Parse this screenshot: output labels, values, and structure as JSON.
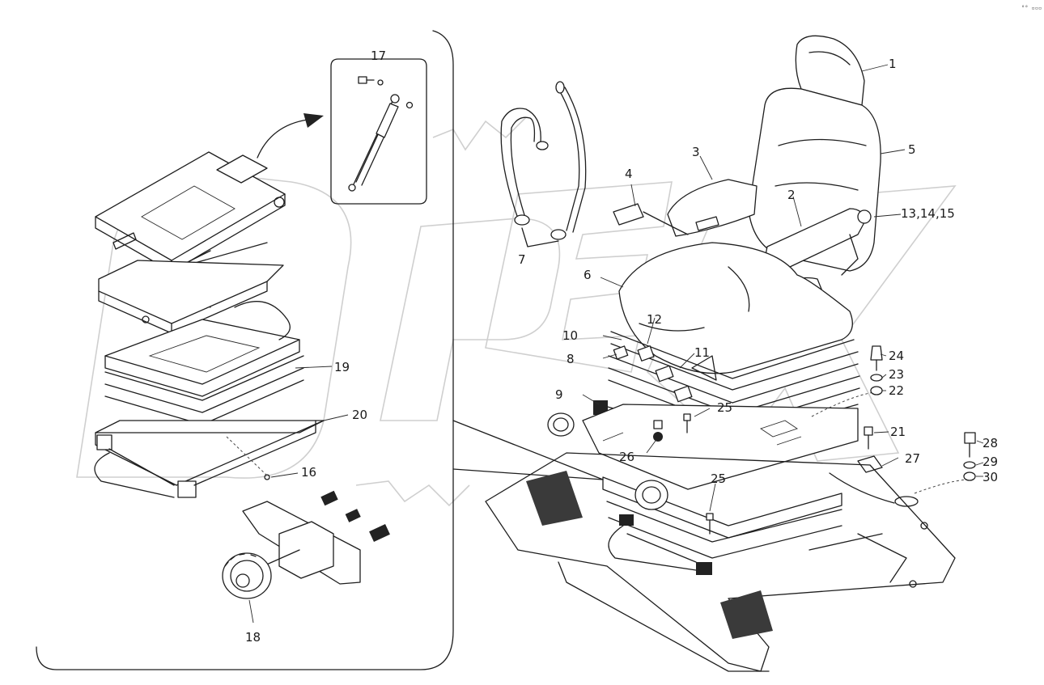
{
  "diagram": {
    "corner_mark": "°° ▫▫▫",
    "watermark": "OPEX",
    "callouts": [
      {
        "id": "c1",
        "text": "1"
      },
      {
        "id": "c2",
        "text": "2"
      },
      {
        "id": "c3",
        "text": "3"
      },
      {
        "id": "c4",
        "text": "4"
      },
      {
        "id": "c5",
        "text": "5"
      },
      {
        "id": "c6",
        "text": "6"
      },
      {
        "id": "c7",
        "text": "7"
      },
      {
        "id": "c8",
        "text": "8"
      },
      {
        "id": "c9",
        "text": "9"
      },
      {
        "id": "c10",
        "text": "10"
      },
      {
        "id": "c11",
        "text": "11"
      },
      {
        "id": "c12",
        "text": "12"
      },
      {
        "id": "c13",
        "text": "13,14,15"
      },
      {
        "id": "c16",
        "text": "16"
      },
      {
        "id": "c17",
        "text": "17"
      },
      {
        "id": "c18",
        "text": "18"
      },
      {
        "id": "c19",
        "text": "19"
      },
      {
        "id": "c20",
        "text": "20"
      },
      {
        "id": "c21",
        "text": "21"
      },
      {
        "id": "c22",
        "text": "22"
      },
      {
        "id": "c23",
        "text": "23"
      },
      {
        "id": "c24",
        "text": "24"
      },
      {
        "id": "c25a",
        "text": "25"
      },
      {
        "id": "c25b",
        "text": "25"
      },
      {
        "id": "c26",
        "text": "26"
      },
      {
        "id": "c27",
        "text": "27"
      },
      {
        "id": "c28",
        "text": "28"
      },
      {
        "id": "c29",
        "text": "29"
      },
      {
        "id": "c30",
        "text": "30"
      }
    ]
  }
}
